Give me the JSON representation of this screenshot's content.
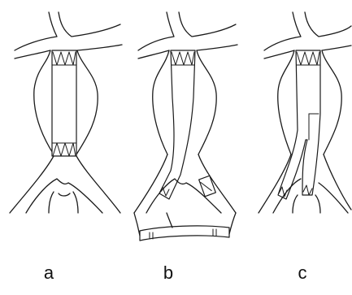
{
  "figure": {
    "panels": [
      {
        "label": "a",
        "graft_type": "straight tube stent graft"
      },
      {
        "label": "b",
        "graft_type": "aorto-uni-iliac graft with femoro-femoral crossover bypass"
      },
      {
        "label": "c",
        "graft_type": "bifurcated stent graft"
      }
    ]
  }
}
